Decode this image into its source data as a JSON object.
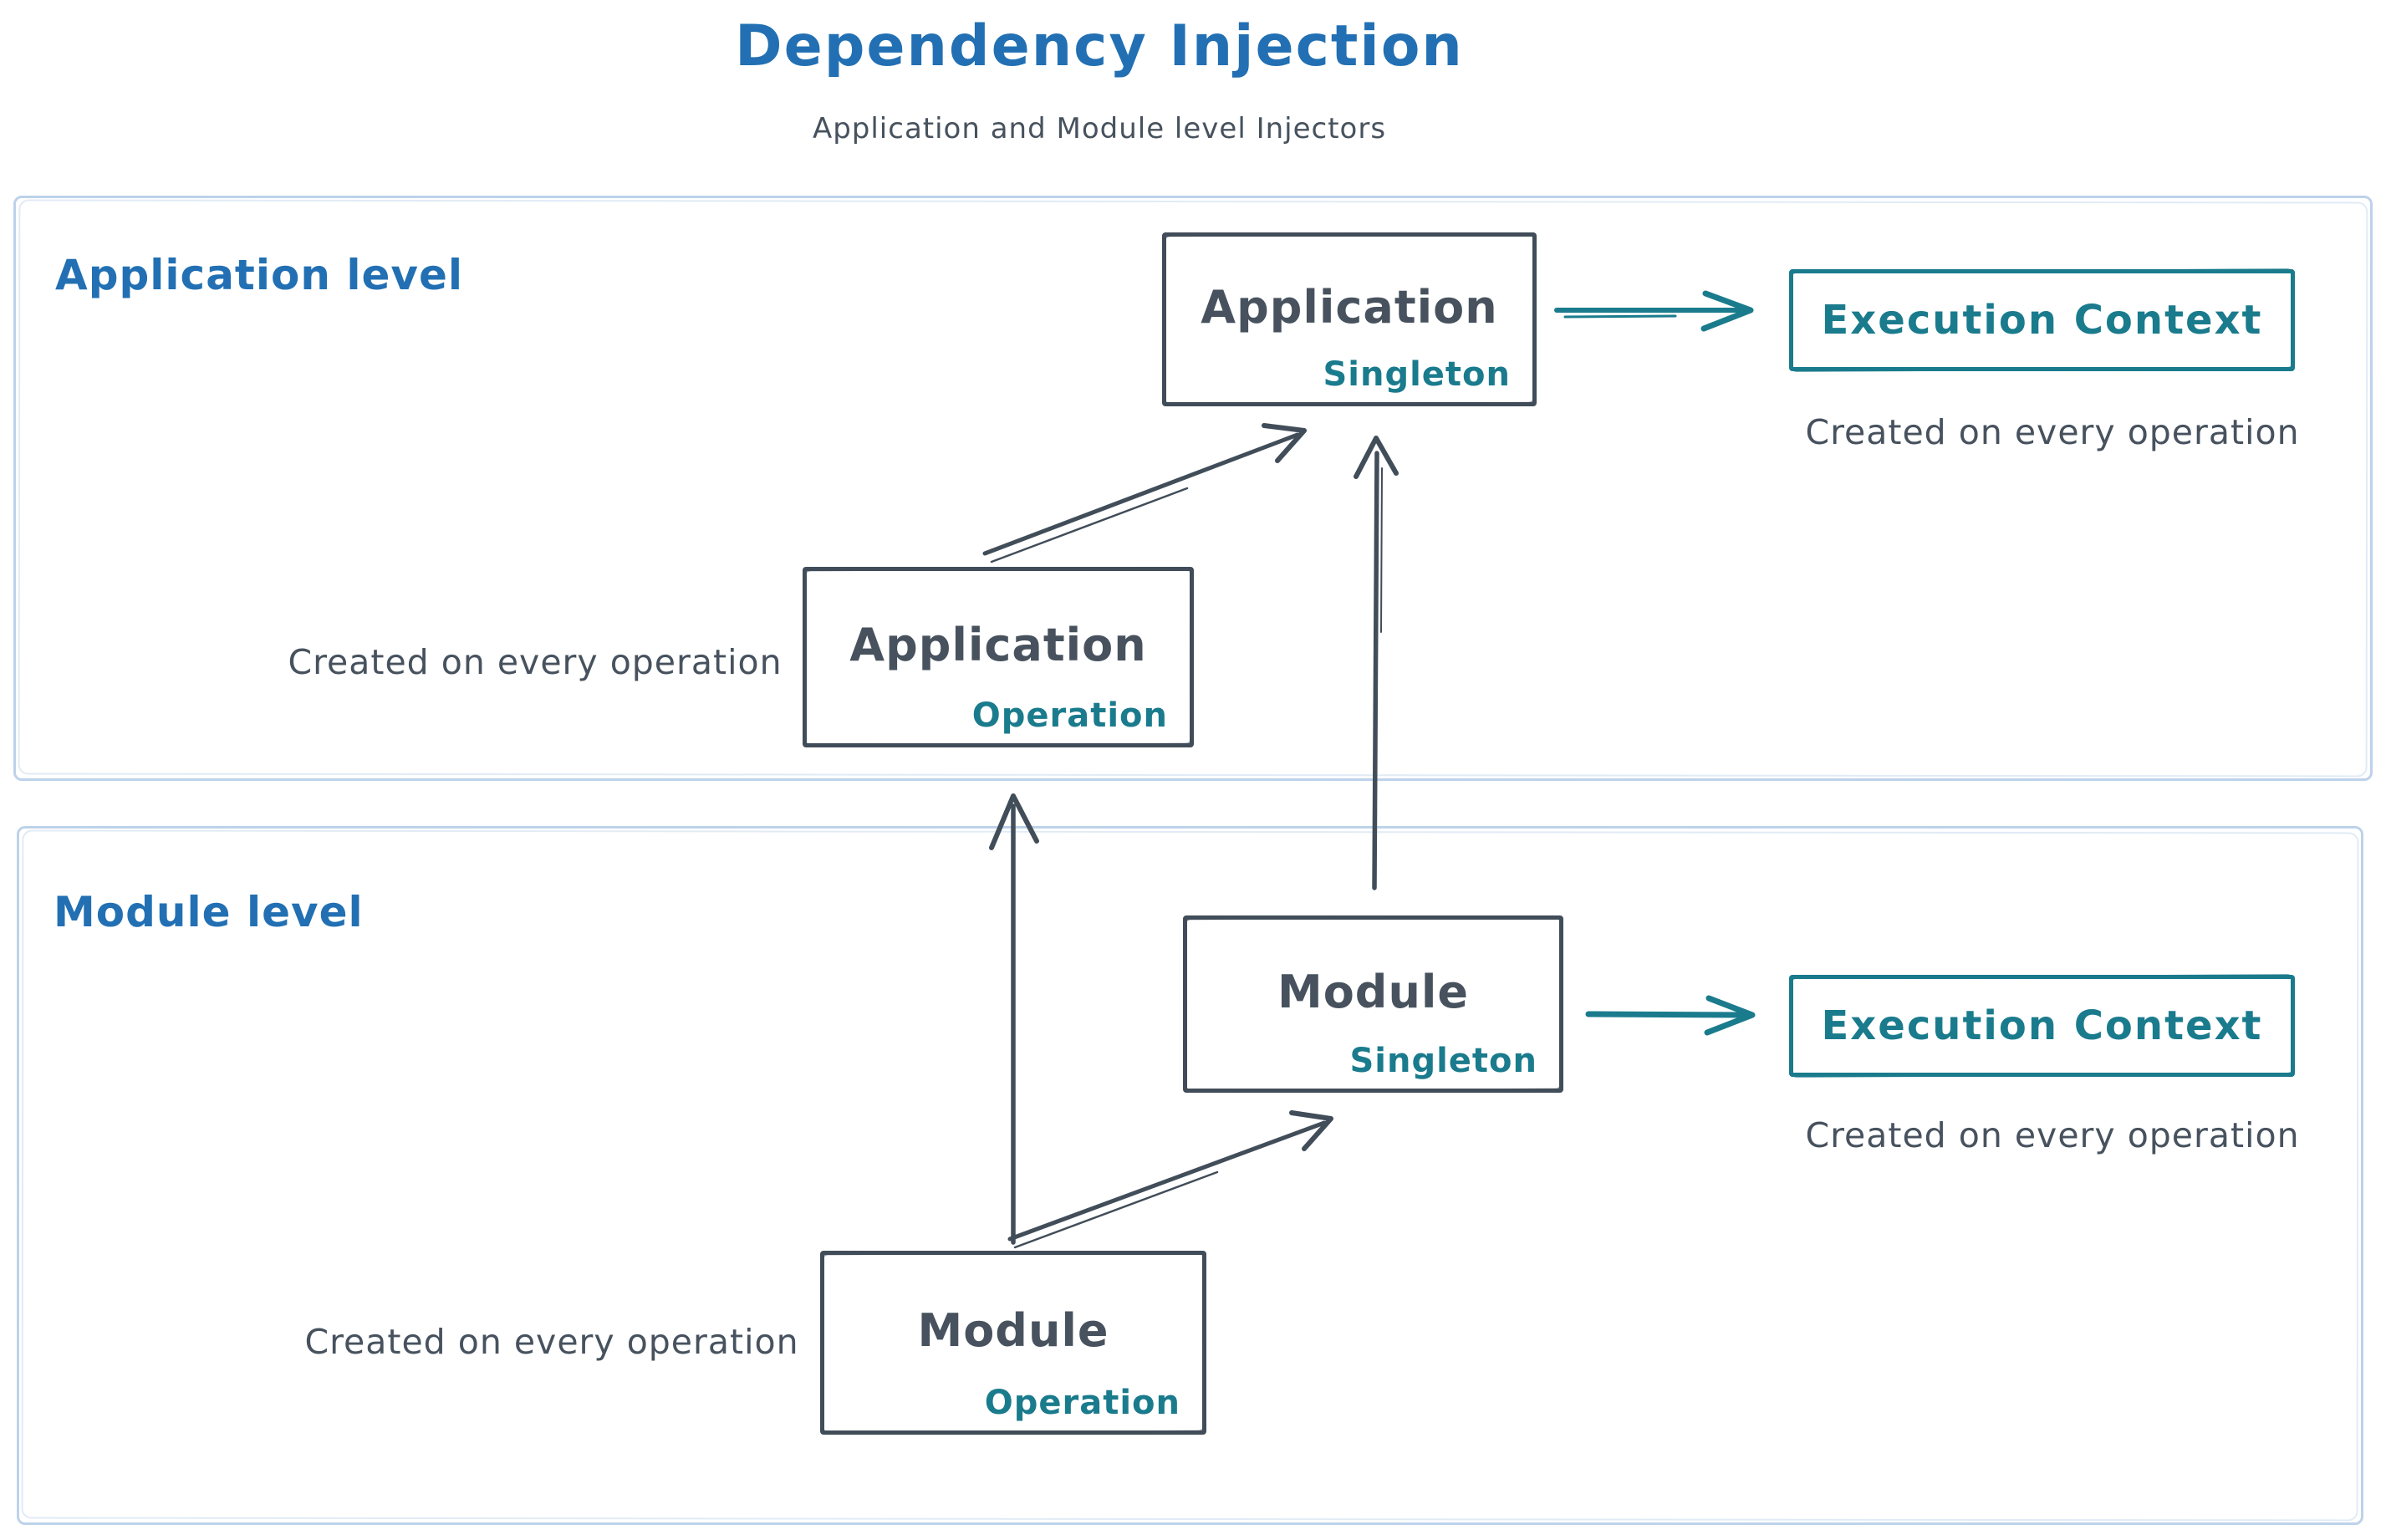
{
  "header": {
    "title": "Dependency Injection",
    "subtitle": "Application and Module level Injectors"
  },
  "application_level": {
    "label": "Application level",
    "singleton_box": {
      "title": "Application",
      "badge": "Singleton"
    },
    "operation_box": {
      "title": "Application",
      "badge": "Operation"
    },
    "operation_note": "Created on every operation",
    "execution_box": {
      "title": "Execution Context"
    },
    "execution_note": "Created on every operation"
  },
  "module_level": {
    "label": "Module level",
    "singleton_box": {
      "title": "Module",
      "badge": "Singleton"
    },
    "operation_box": {
      "title": "Module",
      "badge": "Operation"
    },
    "operation_note": "Created on every operation",
    "execution_box": {
      "title": "Execution Context"
    },
    "execution_note": "Created on every operation"
  },
  "colors": {
    "blue": "#2270b3",
    "slate": "#414d59",
    "slate-text": "#47525e",
    "teal": "#1a7b8d",
    "container": "#bdd2ea",
    "bg": "#ffffff"
  }
}
